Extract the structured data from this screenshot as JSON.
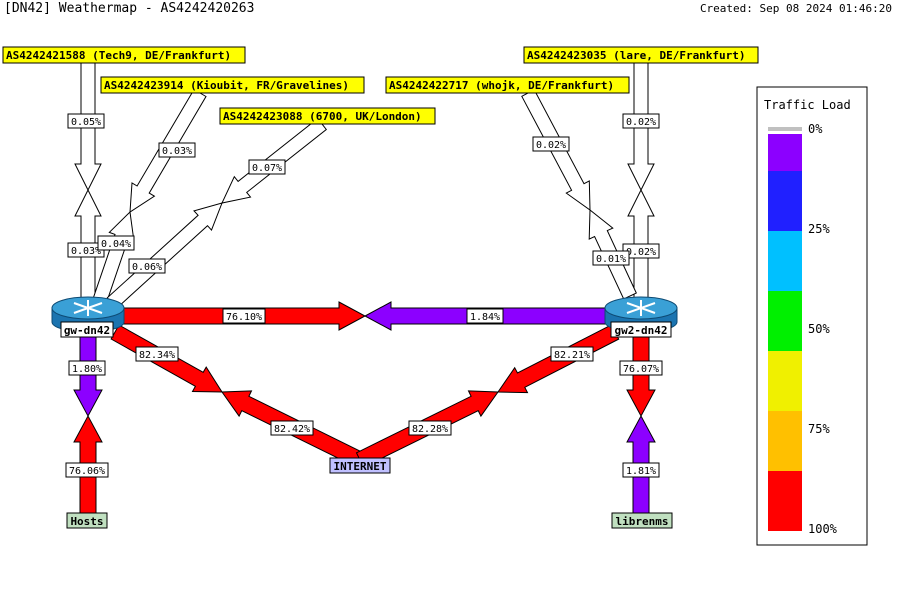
{
  "header": {
    "title": "[DN42] Weathermap - AS4242420263",
    "created": "Created: Sep 08 2024 01:46:20"
  },
  "peers": {
    "tech9": "AS4242421588 (Tech9, DE/Frankfurt)",
    "kioubit": "AS4242423914 (Kioubit, FR/Gravelines)",
    "london": "AS4242423088 (6700, UK/London)",
    "lare": "AS4242423035 (lare, DE/Frankfurt)",
    "whojk": "AS4242422717 (whojk, DE/Frankfurt)"
  },
  "nodes": {
    "gw": "gw-dn42",
    "gw2": "gw2-dn42",
    "internet": "INTERNET",
    "hosts": "Hosts",
    "librenms": "librenms"
  },
  "links": {
    "tech9_in": "0.05%",
    "tech9_out": "0.03%",
    "kioubit_in": "0.03%",
    "kioubit_out": "0.04%",
    "london_in": "0.07%",
    "london_out": "0.06%",
    "lare_in": "0.02%",
    "lare_out": "0.02%",
    "whojk_in": "0.02%",
    "whojk_out": "0.01%",
    "gw_gw2": "76.10%",
    "gw2_gw": "1.84%",
    "gw_internet": "82.34%",
    "internet_gw": "82.42%",
    "gw2_internet": "82.21%",
    "internet_gw2": "82.28%",
    "gw_hosts": "1.80%",
    "hosts_gw": "76.06%",
    "gw2_librenms": "76.07%",
    "librenms_gw2": "1.81%"
  },
  "legend": {
    "title": "Traffic Load",
    "tick_0": "0%",
    "tick_25": "25%",
    "tick_50": "50%",
    "tick_75": "75%",
    "tick_100": "100%",
    "colors": {
      "none": "#c0c0c0",
      "b0_12": "#8c00ff",
      "b12_25": "#2020ff",
      "b25_37": "#00c0ff",
      "b37_50": "#00f000",
      "b50_62": "#f0f000",
      "b62_75": "#ffc000",
      "b75_100": "#ff0000"
    }
  },
  "colors": {
    "idle": "#ffffff",
    "violet": "#8c00ff",
    "orange": "#ffc000",
    "peer_bg": "#ffff00",
    "node_bg": "#c0e0c0",
    "internet_bg": "#c0c0ff",
    "router_top": "#3aa0d6",
    "router_body": "#1b74b0"
  }
}
